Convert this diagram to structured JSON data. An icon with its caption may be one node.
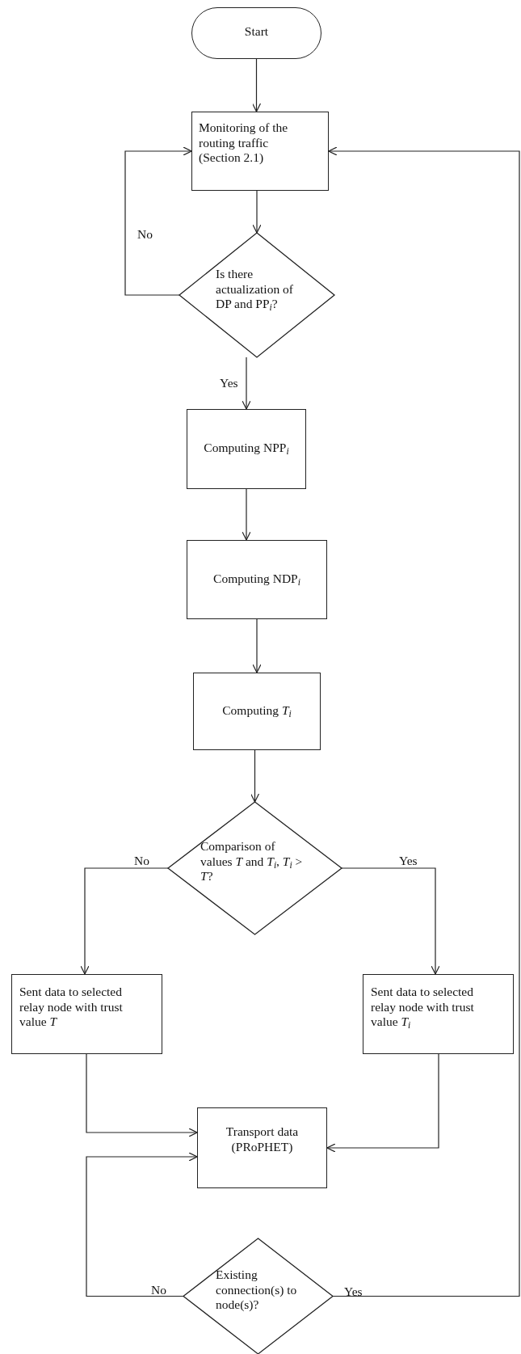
{
  "diagram": {
    "nodes": [
      {
        "text": [
          "Start"
        ]
      },
      {
        "text": [
          "Monitoring of the routing traffic (Section 2.1)"
        ]
      },
      {
        "text": [
          "Is there actualization of DP and PP$_{i}$?"
        ]
      },
      {
        "text": [
          "Computing NPP$_{i}$"
        ]
      },
      {
        "text": [
          "Computing NDP$_{i}$"
        ]
      },
      {
        "text": [
          "Computing *T*$_{i}$"
        ]
      },
      {
        "text": [
          "Comparison of values *T* and *T*$_{i}$, *T*$_{i}$ > *T*?"
        ]
      },
      {
        "text": [
          "Sent data to selected relay node with trust value *T*"
        ]
      },
      {
        "text": [
          "Sent data to selected relay node with trust value *T*$_{i}$"
        ]
      },
      {
        "text": [
          "Transport data (PRoPHET)"
        ]
      },
      {
        "text": [
          "Existing connection(s) to node(s)?"
        ]
      }
    ],
    "edges": [
      {
        "from": 0,
        "to": 1,
        "arrow": "to"
      },
      {
        "from": 1,
        "to": 2,
        "arrow": "to"
      },
      {
        "from": 2,
        "to": 1,
        "arrow": "to",
        "label": "No"
      },
      {
        "from": 2,
        "to": 3,
        "arrow": "to",
        "label": "Yes"
      },
      {
        "from": 3,
        "to": 4,
        "arrow": "to"
      },
      {
        "from": 4,
        "to": 5,
        "arrow": "to"
      },
      {
        "from": 5,
        "to": 6,
        "arrow": "to"
      },
      {
        "from": 6,
        "to": 7,
        "arrow": "to",
        "label": "No"
      },
      {
        "from": 6,
        "to": 8,
        "arrow": "to",
        "label": "Yes"
      },
      {
        "from": 7,
        "to": 9,
        "arrow": "to"
      },
      {
        "from": 8,
        "to": 9,
        "arrow": "to"
      },
      {
        "from": 10,
        "to": 9,
        "arrow": "to",
        "label": "No"
      },
      {
        "from": 10,
        "to": 1,
        "arrow": "to",
        "label": "Yes"
      }
    ]
  }
}
